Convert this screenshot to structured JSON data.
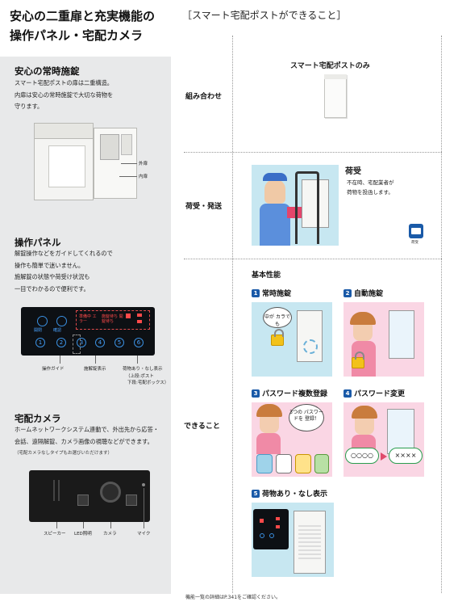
{
  "left": {
    "title_line1": "安心の二重扉と充実機能の",
    "title_line2": "操作パネル・宅配カメラ",
    "sec1": {
      "title": "安心の常時施錠",
      "lines": [
        "スマート宅配ポストの扉は二重構造。",
        "内扉は安心の常時施錠で大切な荷物を",
        "守ります。"
      ],
      "outer_door": "外扉",
      "inner_door": "内扉"
    },
    "sec2": {
      "title": "操作パネル",
      "lines": [
        "解錠操作などをガイドしてくれるので",
        "操作も簡単で迷いません。",
        "施解錠の状態や荷受け状況も",
        "一目でわかるので便利です。"
      ],
      "buttons": [
        "開閉",
        "確認"
      ],
      "numbers": [
        "1",
        "2",
        "3",
        "4",
        "5",
        "6"
      ],
      "led1": "準備中 エラー",
      "led2": "施錠待ち 開錠待ち",
      "callout_guide": "操作ガイド",
      "callout_lock": "施解錠表示",
      "callout_parcel": "荷物あり・なし表示",
      "callout_parcel_sub1": "（上段:ポスト",
      "callout_parcel_sub2": "下段:宅配ボックス）"
    },
    "sec3": {
      "title": "宅配カメラ",
      "lines": [
        "ホームネットワークシステム連動で、外出先から応答・",
        "会話、遠隔解錠、カメラ画像の視聴などができます。"
      ],
      "note": "（宅配カメラなしタイプもお選びいただけます）",
      "callout_speaker": "スピーカー",
      "callout_led": "LED照明",
      "callout_camera": "カメラ",
      "callout_mic": "マイク"
    }
  },
  "right": {
    "title": "［スマート宅配ポストができること］",
    "row1": {
      "label": "組み合わせ",
      "header": "スマート宅配ポストのみ"
    },
    "row2": {
      "label": "荷受・発送",
      "feature_title": "荷受",
      "feature_lines": [
        "不在時、宅配業者が",
        "荷物を投函します。"
      ],
      "icon_label": "荷受"
    },
    "row3": {
      "label": "できること",
      "section_title": "基本性能",
      "features": [
        {
          "num": "1",
          "title": "常時施錠",
          "bubble": "中が カラでも"
        },
        {
          "num": "2",
          "title": "自動施錠"
        },
        {
          "num": "3",
          "title": "パスワード複数登録",
          "bubble": "3つの パスワードを 登録！"
        },
        {
          "num": "4",
          "title": "パスワード変更",
          "old": "○○○○",
          "new": "××××"
        },
        {
          "num": "5",
          "title": "荷物あり・なし表示"
        }
      ]
    },
    "footnote": "機能一覧の詳細はP.341をご確認ください。"
  },
  "colors": {
    "sidebar_bg": "#e8e9ea",
    "scene_blue": "#c7e7f1",
    "scene_pink": "#fad6e4",
    "badge_blue": "#1a5aa8",
    "panel_blue": "#3a8fe0",
    "led_red": "#ff4a4a",
    "lock_yellow": "#f2c21a"
  }
}
